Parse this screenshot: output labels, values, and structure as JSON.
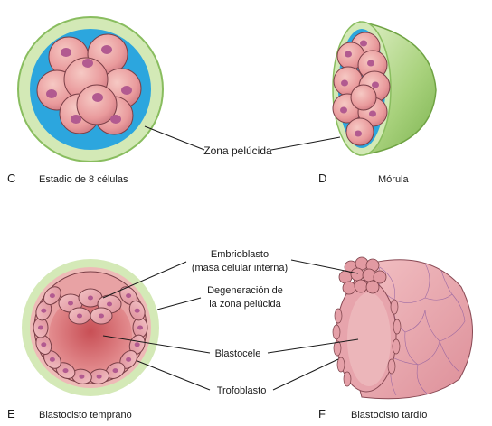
{
  "panels": {
    "C": {
      "letter": "C",
      "caption": "Estadio de 8 células"
    },
    "D": {
      "letter": "D",
      "caption": "Mórula"
    },
    "E": {
      "letter": "E",
      "caption": "Blastocisto temprano"
    },
    "F": {
      "letter": "F",
      "caption": "Blastocisto tardío"
    }
  },
  "labels": {
    "zona": "Zona pelúcida",
    "embrio1": "Embrioblasto",
    "embrio2": "(masa celular interna)",
    "degen1": "Degeneración de",
    "degen2": "la zona pelúcida",
    "blastocele": "Blastocele",
    "trofoblasto": "Trofoblasto"
  },
  "colors": {
    "zona_fill": "#cfe6b2",
    "zona_edge": "#8cc063",
    "fluid": "#27a4dd",
    "cell": "#eba1a1",
    "cell_edge": "#7a3f47",
    "nucleus": "#b25a90",
    "cavity": "#d96b6b"
  }
}
